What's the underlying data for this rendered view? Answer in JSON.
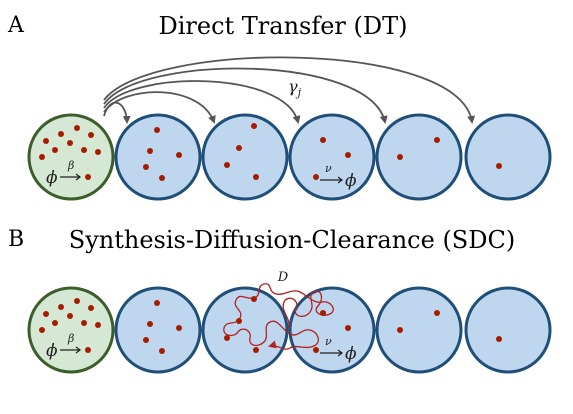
{
  "panels": [
    {
      "letter": "A",
      "title": "Direct Transfer (DT)",
      "source_label": {
        "lhs": "ϕ",
        "rate": "β",
        "rhs": ""
      },
      "decay_label": {
        "lhs": "",
        "rate": "ν",
        "rhs": "ϕ"
      },
      "coupling_label": "γ",
      "coupling_subscript": "j"
    },
    {
      "letter": "B",
      "title": "Synthesis-Diffusion-Clearance (SDC)",
      "source_label": {
        "lhs": "ϕ",
        "rate": "β",
        "rhs": ""
      },
      "decay_label": {
        "lhs": "",
        "rate": "ν",
        "rhs": "ϕ"
      },
      "diffusion_label": "D"
    }
  ],
  "colors": {
    "source_fill": "#d5e8d4",
    "source_stroke": "#3b5e2b",
    "cell_fill": "#bfd7ee",
    "cell_stroke": "#1f4e79",
    "particle": "#a61c00",
    "arrow": "#555555",
    "trajectory": "#b22222"
  }
}
